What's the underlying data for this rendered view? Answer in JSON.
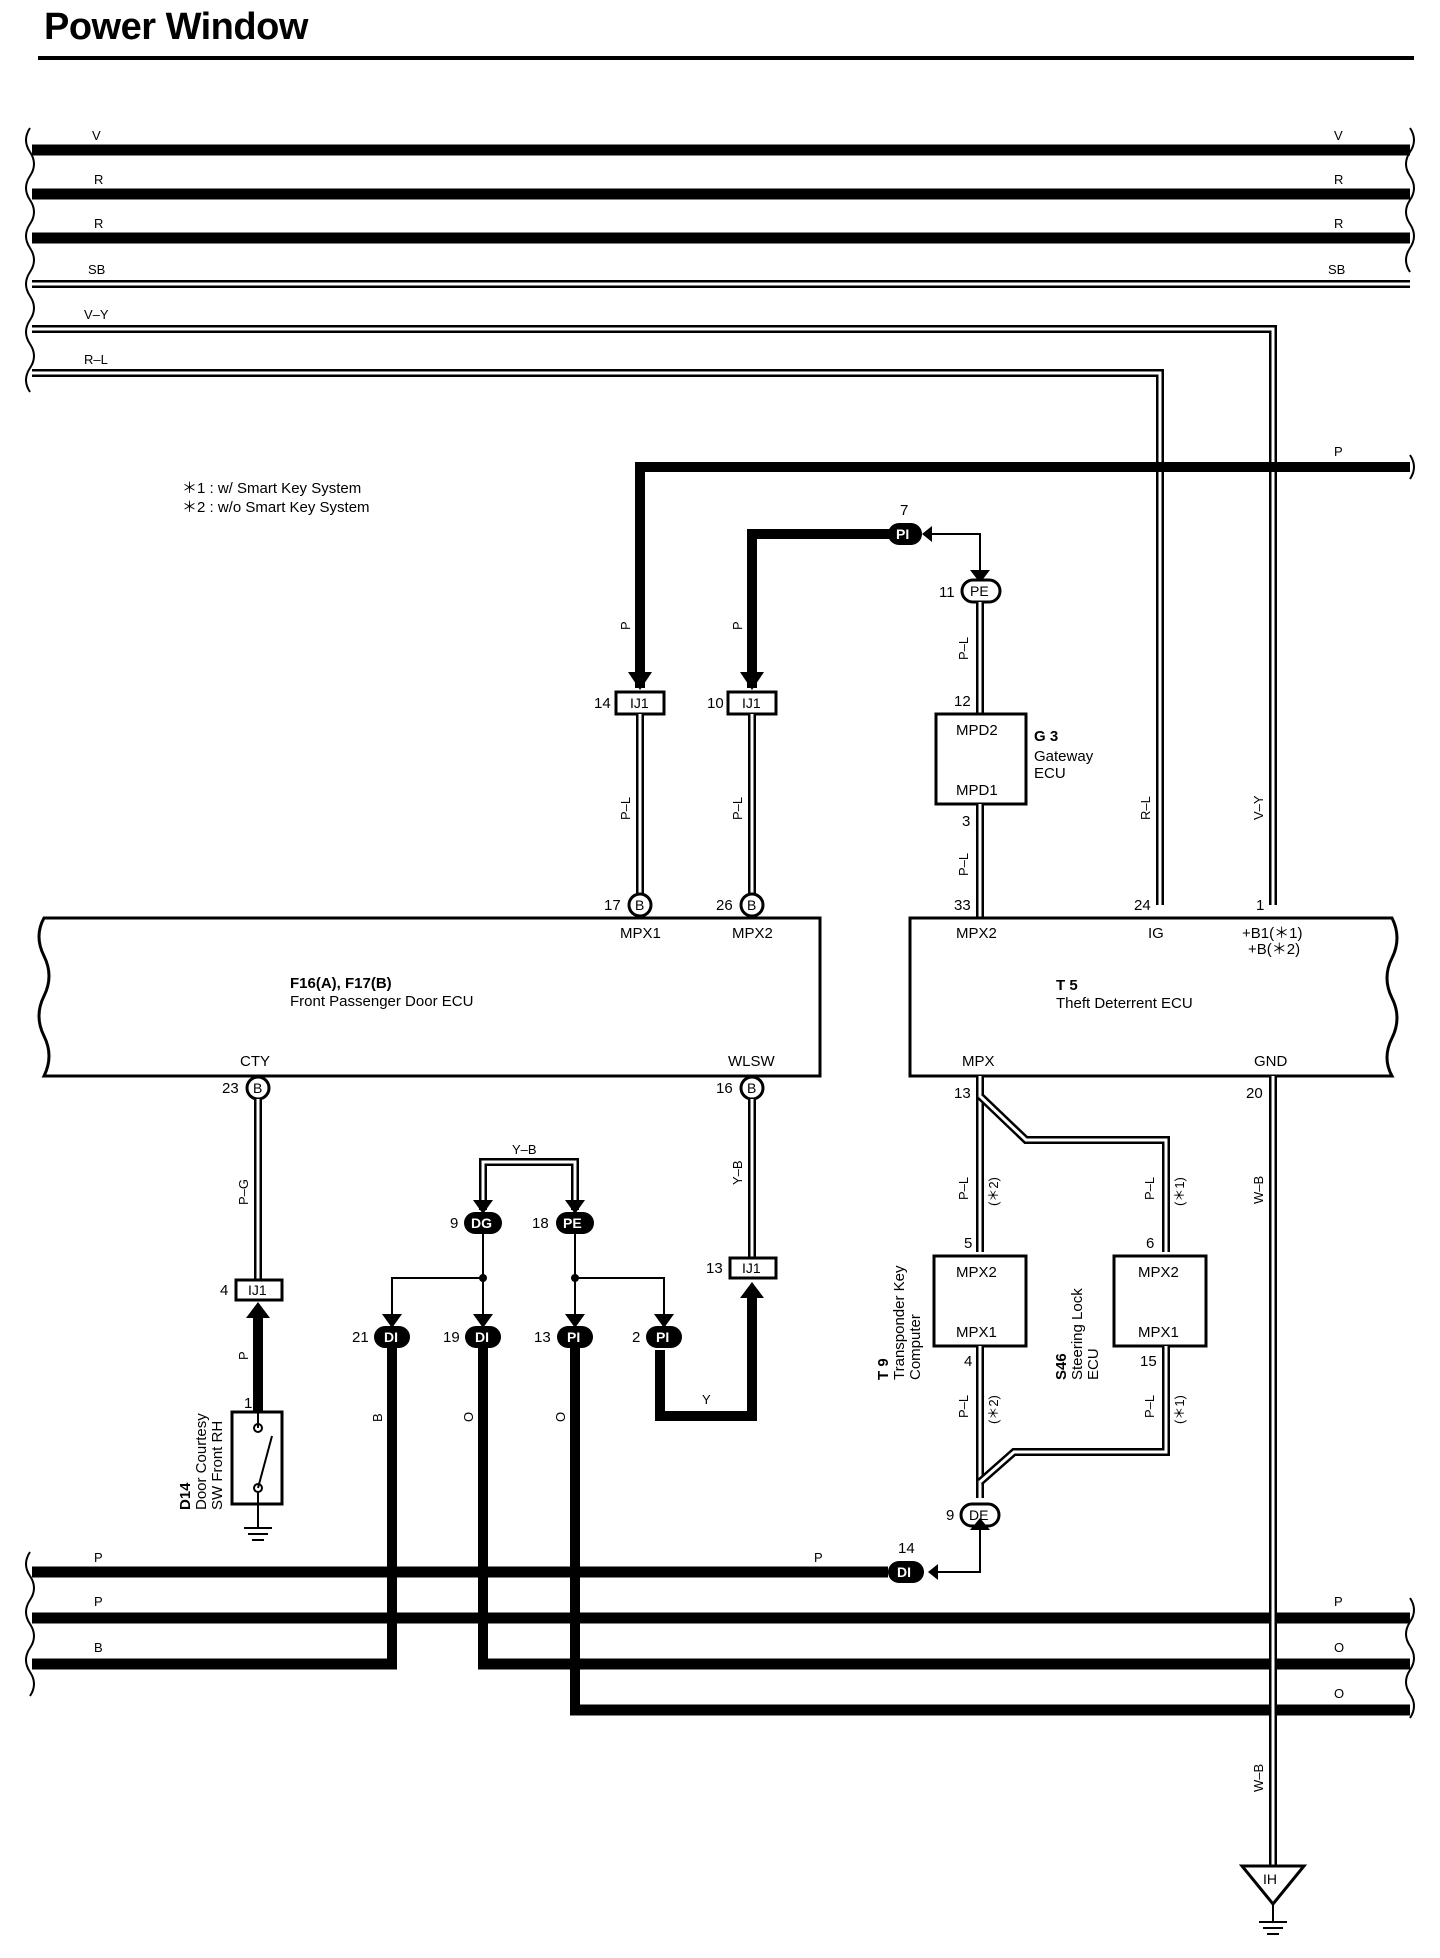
{
  "title": "Power Window",
  "notes": [
    "＊1 : w/ Smart Key System",
    "＊2 : w/o Smart Key System"
  ],
  "top_bus": [
    {
      "left": "V",
      "right": "V"
    },
    {
      "left": "R",
      "right": "R"
    },
    {
      "left": "R",
      "right": "R"
    },
    {
      "left": "SB",
      "right": "SB"
    },
    {
      "left": "V–Y",
      "right": ""
    },
    {
      "left": "R–L",
      "right": ""
    }
  ],
  "bottom_bus": [
    {
      "left": "P",
      "right": ""
    },
    {
      "left": "P",
      "right": "P"
    },
    {
      "left": "B",
      "right": "O"
    },
    {
      "left": "",
      "right": "O"
    }
  ],
  "wire_labels": {
    "p_right": "P",
    "p1": "P",
    "p2": "P",
    "pl1": "P–L",
    "pl2": "P–L",
    "pl_g3_top": "P–L",
    "pl_g3_bot": "P–L",
    "rl": "R–L",
    "vy": "V–Y",
    "pg": "P–G",
    "p_d14": "P",
    "yb_top": "Y–B",
    "yb_side": "Y–B",
    "y": "Y",
    "b": "B",
    "o1": "O",
    "o2": "O",
    "p_bottom": "P",
    "pl_t9_top": "P–L",
    "pl_t9_bot": "P–L",
    "pl_s46_top": "P–L",
    "pl_s46_bot": "P–L",
    "wb1": "W–B",
    "wb2": "W–B",
    "n2a": "(＊2)",
    "n2b": "(＊2)",
    "n1a": "(＊1)",
    "n1b": "(＊1)"
  },
  "connectors": {
    "ij1_a": {
      "pin": "14",
      "code": "IJ1"
    },
    "ij1_b": {
      "pin": "10",
      "code": "IJ1"
    },
    "ij1_c": {
      "pin": "4",
      "code": "IJ1"
    },
    "ij1_d": {
      "pin": "13",
      "code": "IJ1"
    },
    "pi_top": {
      "pin": "7",
      "code": "PI"
    },
    "pe_top": {
      "pin": "11",
      "code": "PE"
    },
    "b17": {
      "pin": "17",
      "code": "B"
    },
    "b26": {
      "pin": "26",
      "code": "B"
    },
    "b23": {
      "pin": "23",
      "code": "B"
    },
    "b16": {
      "pin": "16",
      "code": "B"
    },
    "dg9": {
      "pin": "9",
      "code": "DG"
    },
    "pe18": {
      "pin": "18",
      "code": "PE"
    },
    "di21": {
      "pin": "21",
      "code": "DI"
    },
    "di19": {
      "pin": "19",
      "code": "DI"
    },
    "pi13": {
      "pin": "13",
      "code": "PI"
    },
    "pi2": {
      "pin": "2",
      "code": "PI"
    },
    "de9": {
      "pin": "9",
      "code": "DE"
    },
    "di14": {
      "pin": "14",
      "code": "DI"
    },
    "ih": {
      "code": "IH"
    }
  },
  "components": {
    "g3": {
      "id": "G 3",
      "name1": "Gateway",
      "name2": "ECU",
      "term_top": "MPD2",
      "term_bot": "MPD1",
      "pin_top": "12",
      "pin_bot": "3"
    },
    "f16": {
      "id": "F16(A), F17(B)",
      "name": "Front Passenger Door ECU",
      "t_mpx1": "MPX1",
      "t_mpx2": "MPX2",
      "t_cty": "CTY",
      "t_wlsw": "WLSW"
    },
    "t5": {
      "id": "T 5",
      "name": "Theft Deterrent ECU",
      "t_mpx2": "MPX2",
      "t_ig": "IG",
      "t_b1": "+B1(＊1)",
      "t_b2": "+B(＊2)",
      "t_mpx": "MPX",
      "t_gnd": "GND",
      "pin33": "33",
      "pin24": "24",
      "pin1": "1",
      "pin13": "13",
      "pin20": "20"
    },
    "t9": {
      "id": "T 9",
      "name1": "Transponder Key",
      "name2": "Computer",
      "term_top": "MPX2",
      "term_bot": "MPX1",
      "pin_top": "5",
      "pin_bot": "4"
    },
    "s46": {
      "id": "S46",
      "name1": "Steering Lock",
      "name2": "ECU",
      "term_top": "MPX2",
      "term_bot": "MPX1",
      "pin_top": "6",
      "pin_bot": "15"
    },
    "d14": {
      "id": "D14",
      "name1": "Door Courtesy",
      "name2": "SW Front RH",
      "pin": "1"
    }
  }
}
